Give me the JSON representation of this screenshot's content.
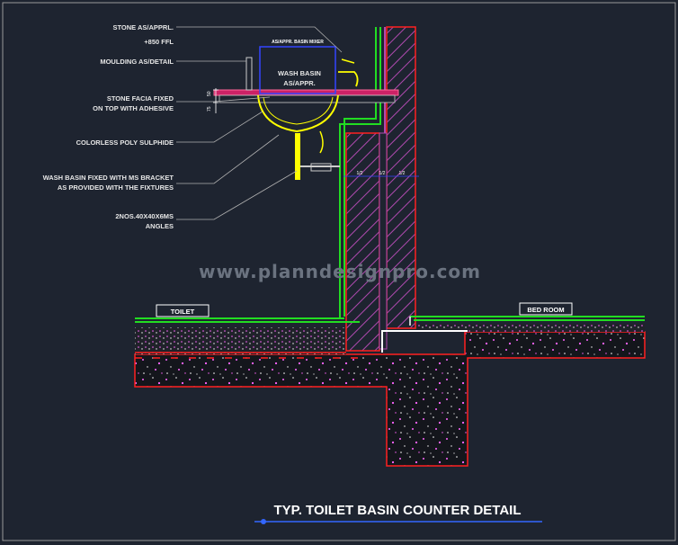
{
  "labels": {
    "stone": "STONE AS/APPRL.",
    "ffl": "+850 FFL",
    "moulding": "MOULDING AS/DETAIL",
    "facia_1": "STONE FACIA FIXED",
    "facia_2": "ON TOP WITH ADHESIVE",
    "sealant": "COLORLESS POLY SULPHIDE",
    "bracket_1": "WASH BASIN FIXED WITH MS BRACKET",
    "bracket_2": "AS PROVIDED WITH THE FIXTURES",
    "angles_1": "2NOS.40X40X6MS",
    "angles_2": "ANGLES"
  },
  "basin": {
    "label_1": "WASH BASIN",
    "label_2": "AS/APPR.",
    "top_note": "AS/APPR. BASIN MIXER"
  },
  "dimensions": {
    "left_level": "50",
    "left_thickness": "75",
    "wall_left": "1/2",
    "wall_mid": "1/2",
    "wall_right": "1/2"
  },
  "rooms": {
    "toilet": "TOILET",
    "bedroom": "BED ROOM"
  },
  "watermark": "www.planndesignpro.com",
  "title": "TYP. TOILET BASIN COUNTER DETAIL",
  "colors": {
    "background": "#1e2430",
    "wall_hatch": "#b04ab0",
    "outline_red": "#ff2020",
    "finish_green": "#22dd22",
    "fixture_yellow": "#ffff00",
    "leader_grey": "#b0b0b0",
    "basin_blue": "#3344ff",
    "title_blue": "#3366ff"
  }
}
